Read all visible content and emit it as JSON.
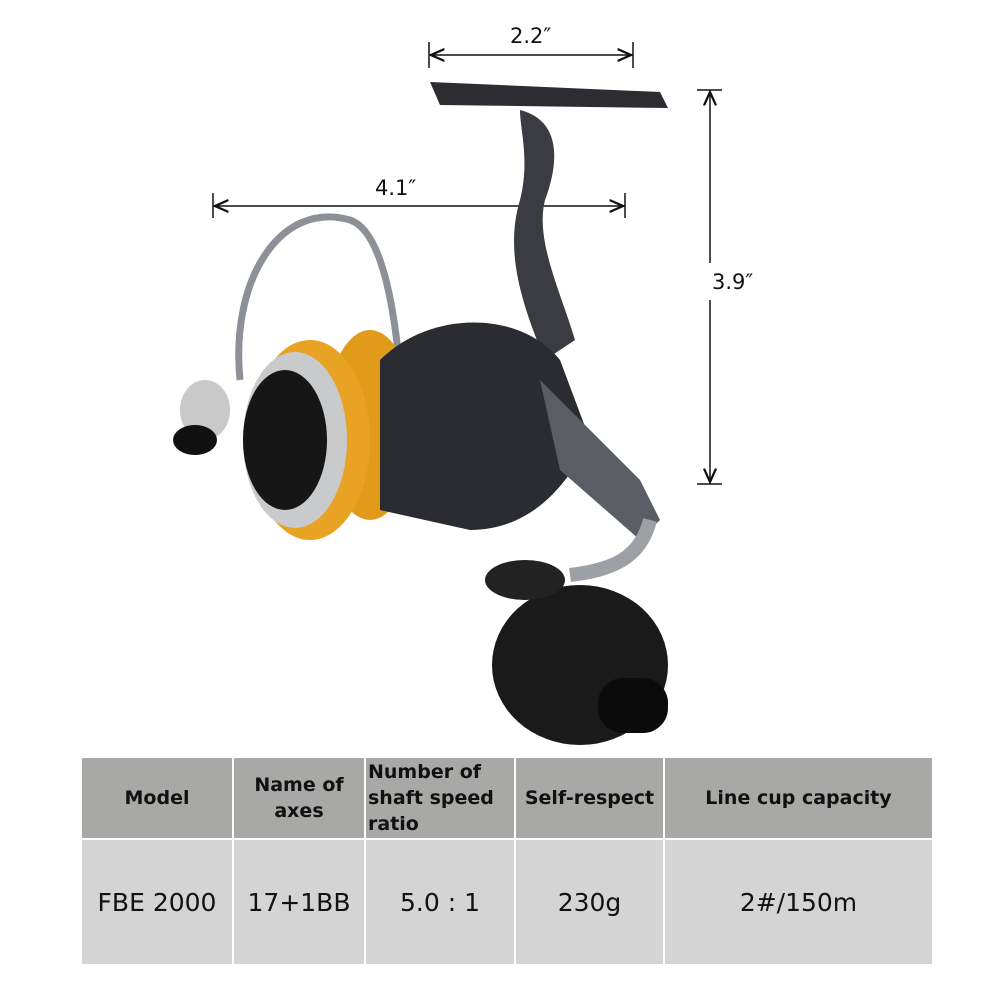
{
  "dimensions": {
    "width_top": "2.2″",
    "width_body": "4.1″",
    "height": "3.9″"
  },
  "colors": {
    "spool": "#e29a1a",
    "body": "#2a2c31",
    "handle": "#1a1a1a"
  },
  "table": {
    "headers": [
      "Model",
      "Name of axes",
      "Number of shaft speed ratio",
      "Self-respect",
      "Line cup capacity"
    ],
    "rows": [
      [
        "FBE 2000",
        "17+1BB",
        "5.0 : 1",
        "230g",
        "2#/150m"
      ]
    ]
  }
}
